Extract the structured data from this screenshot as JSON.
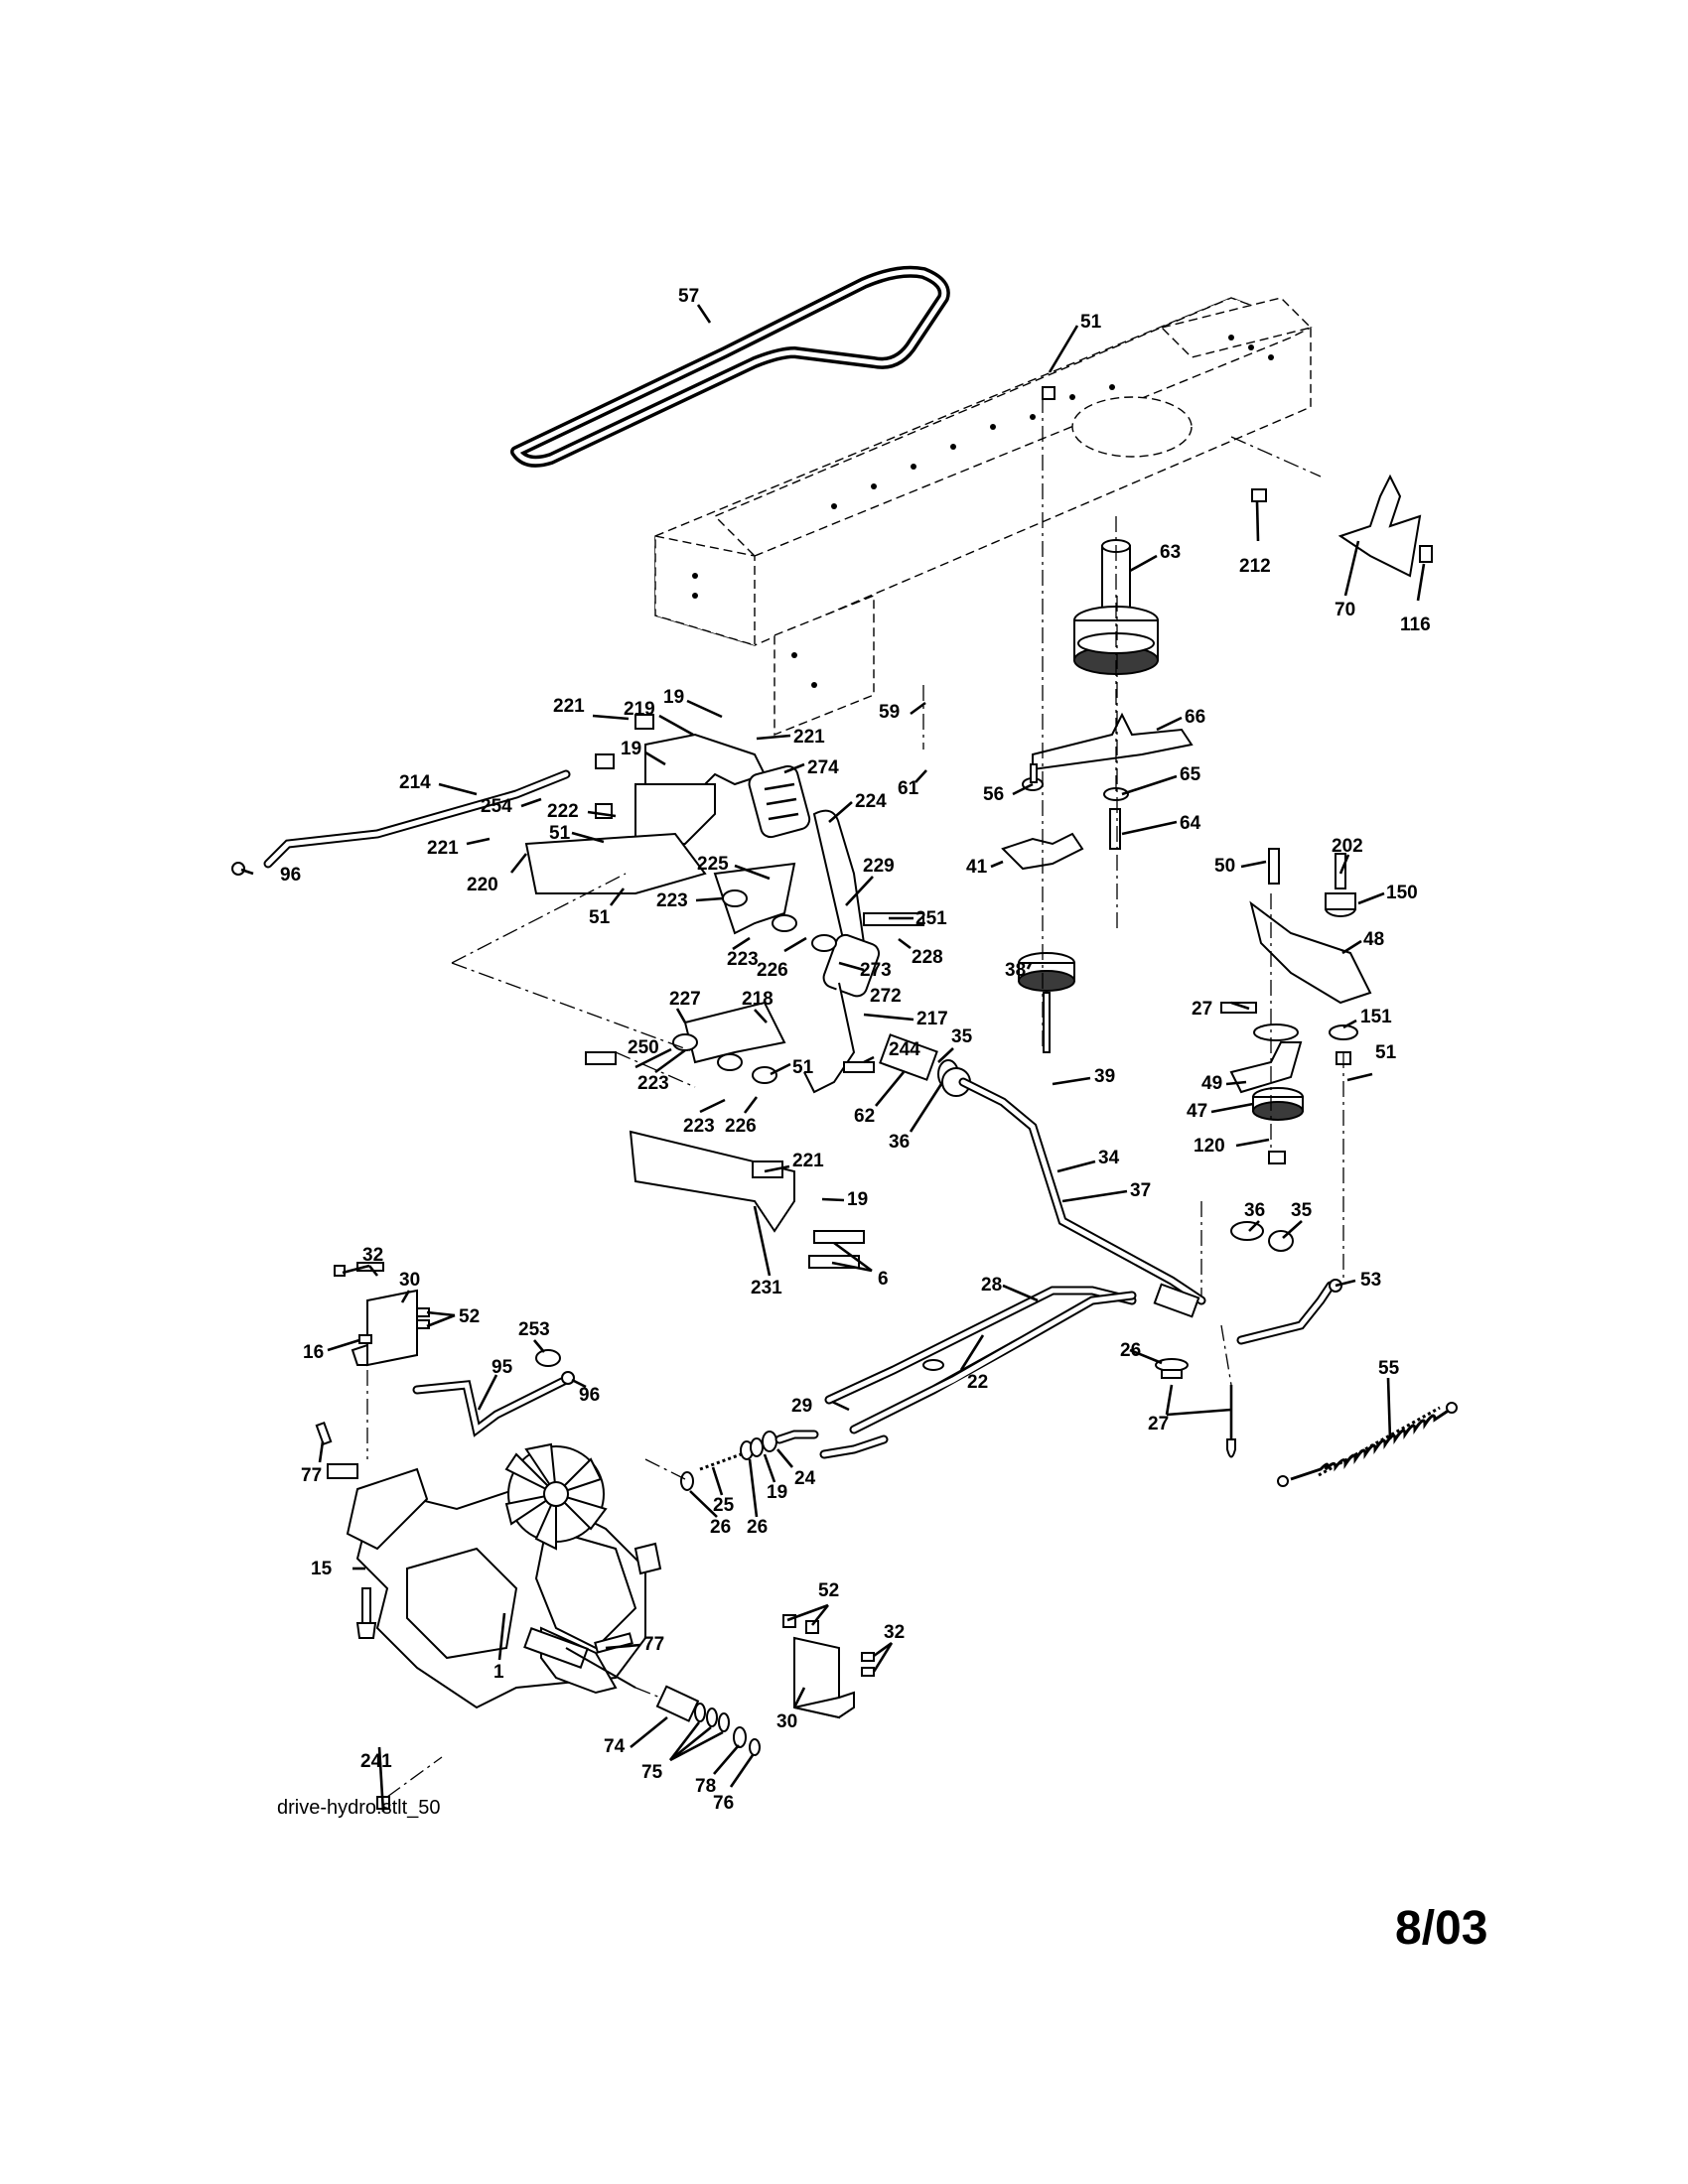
{
  "diagram": {
    "file_label": "drive-hydro.stlt_50",
    "date_stamp": "8/03",
    "callouts": [
      {
        "id": "57",
        "label": "57"
      },
      {
        "id": "51a",
        "label": "51"
      },
      {
        "id": "63",
        "label": "63"
      },
      {
        "id": "212",
        "label": "212"
      },
      {
        "id": "70",
        "label": "70"
      },
      {
        "id": "116",
        "label": "116"
      },
      {
        "id": "19a",
        "label": "19"
      },
      {
        "id": "221a",
        "label": "221"
      },
      {
        "id": "219",
        "label": "219"
      },
      {
        "id": "221b",
        "label": "221"
      },
      {
        "id": "59",
        "label": "59"
      },
      {
        "id": "66",
        "label": "66"
      },
      {
        "id": "19b",
        "label": "19"
      },
      {
        "id": "274",
        "label": "274"
      },
      {
        "id": "214",
        "label": "214"
      },
      {
        "id": "224",
        "label": "224"
      },
      {
        "id": "61",
        "label": "61"
      },
      {
        "id": "56",
        "label": "56"
      },
      {
        "id": "65",
        "label": "65"
      },
      {
        "id": "254",
        "label": "254"
      },
      {
        "id": "222",
        "label": "222"
      },
      {
        "id": "64",
        "label": "64"
      },
      {
        "id": "51b",
        "label": "51"
      },
      {
        "id": "221c",
        "label": "221"
      },
      {
        "id": "225",
        "label": "225"
      },
      {
        "id": "41",
        "label": "41"
      },
      {
        "id": "50",
        "label": "50"
      },
      {
        "id": "202",
        "label": "202"
      },
      {
        "id": "229",
        "label": "229"
      },
      {
        "id": "220",
        "label": "220"
      },
      {
        "id": "96a",
        "label": "96"
      },
      {
        "id": "150",
        "label": "150"
      },
      {
        "id": "223a",
        "label": "223"
      },
      {
        "id": "251",
        "label": "251"
      },
      {
        "id": "51c",
        "label": "51"
      },
      {
        "id": "223b",
        "label": "223"
      },
      {
        "id": "228",
        "label": "228"
      },
      {
        "id": "48",
        "label": "48"
      },
      {
        "id": "226a",
        "label": "226"
      },
      {
        "id": "38",
        "label": "38"
      },
      {
        "id": "273",
        "label": "273"
      },
      {
        "id": "272",
        "label": "272"
      },
      {
        "id": "227",
        "label": "227"
      },
      {
        "id": "218",
        "label": "218"
      },
      {
        "id": "217",
        "label": "217"
      },
      {
        "id": "27a",
        "label": "27"
      },
      {
        "id": "151",
        "label": "151"
      },
      {
        "id": "35a",
        "label": "35"
      },
      {
        "id": "244",
        "label": "244"
      },
      {
        "id": "39",
        "label": "39"
      },
      {
        "id": "250",
        "label": "250"
      },
      {
        "id": "49",
        "label": "49"
      },
      {
        "id": "51d",
        "label": "51"
      },
      {
        "id": "51e",
        "label": "51"
      },
      {
        "id": "223c",
        "label": "223"
      },
      {
        "id": "47",
        "label": "47"
      },
      {
        "id": "223d",
        "label": "223"
      },
      {
        "id": "62",
        "label": "62"
      },
      {
        "id": "226b",
        "label": "226"
      },
      {
        "id": "36a",
        "label": "36"
      },
      {
        "id": "120",
        "label": "120"
      },
      {
        "id": "34",
        "label": "34"
      },
      {
        "id": "221d",
        "label": "221"
      },
      {
        "id": "37",
        "label": "37"
      },
      {
        "id": "19c",
        "label": "19"
      },
      {
        "id": "36b",
        "label": "36"
      },
      {
        "id": "35b",
        "label": "35"
      },
      {
        "id": "32a",
        "label": "32"
      },
      {
        "id": "30a",
        "label": "30"
      },
      {
        "id": "6",
        "label": "6"
      },
      {
        "id": "53",
        "label": "53"
      },
      {
        "id": "52a",
        "label": "52"
      },
      {
        "id": "231",
        "label": "231"
      },
      {
        "id": "28",
        "label": "28"
      },
      {
        "id": "253",
        "label": "253"
      },
      {
        "id": "16",
        "label": "16"
      },
      {
        "id": "26a",
        "label": "26"
      },
      {
        "id": "95",
        "label": "95"
      },
      {
        "id": "55",
        "label": "55"
      },
      {
        "id": "22",
        "label": "22"
      },
      {
        "id": "96b",
        "label": "96"
      },
      {
        "id": "29",
        "label": "29"
      },
      {
        "id": "27b",
        "label": "27"
      },
      {
        "id": "24",
        "label": "24"
      },
      {
        "id": "77a",
        "label": "77"
      },
      {
        "id": "25",
        "label": "25"
      },
      {
        "id": "19d",
        "label": "19"
      },
      {
        "id": "26b",
        "label": "26"
      },
      {
        "id": "26c",
        "label": "26"
      },
      {
        "id": "15",
        "label": "15"
      },
      {
        "id": "52b",
        "label": "52"
      },
      {
        "id": "32b",
        "label": "32"
      },
      {
        "id": "77b",
        "label": "77"
      },
      {
        "id": "1",
        "label": "1"
      },
      {
        "id": "30b",
        "label": "30"
      },
      {
        "id": "241",
        "label": "241"
      },
      {
        "id": "74",
        "label": "74"
      },
      {
        "id": "75",
        "label": "75"
      },
      {
        "id": "78",
        "label": "78"
      },
      {
        "id": "76",
        "label": "76"
      }
    ]
  }
}
